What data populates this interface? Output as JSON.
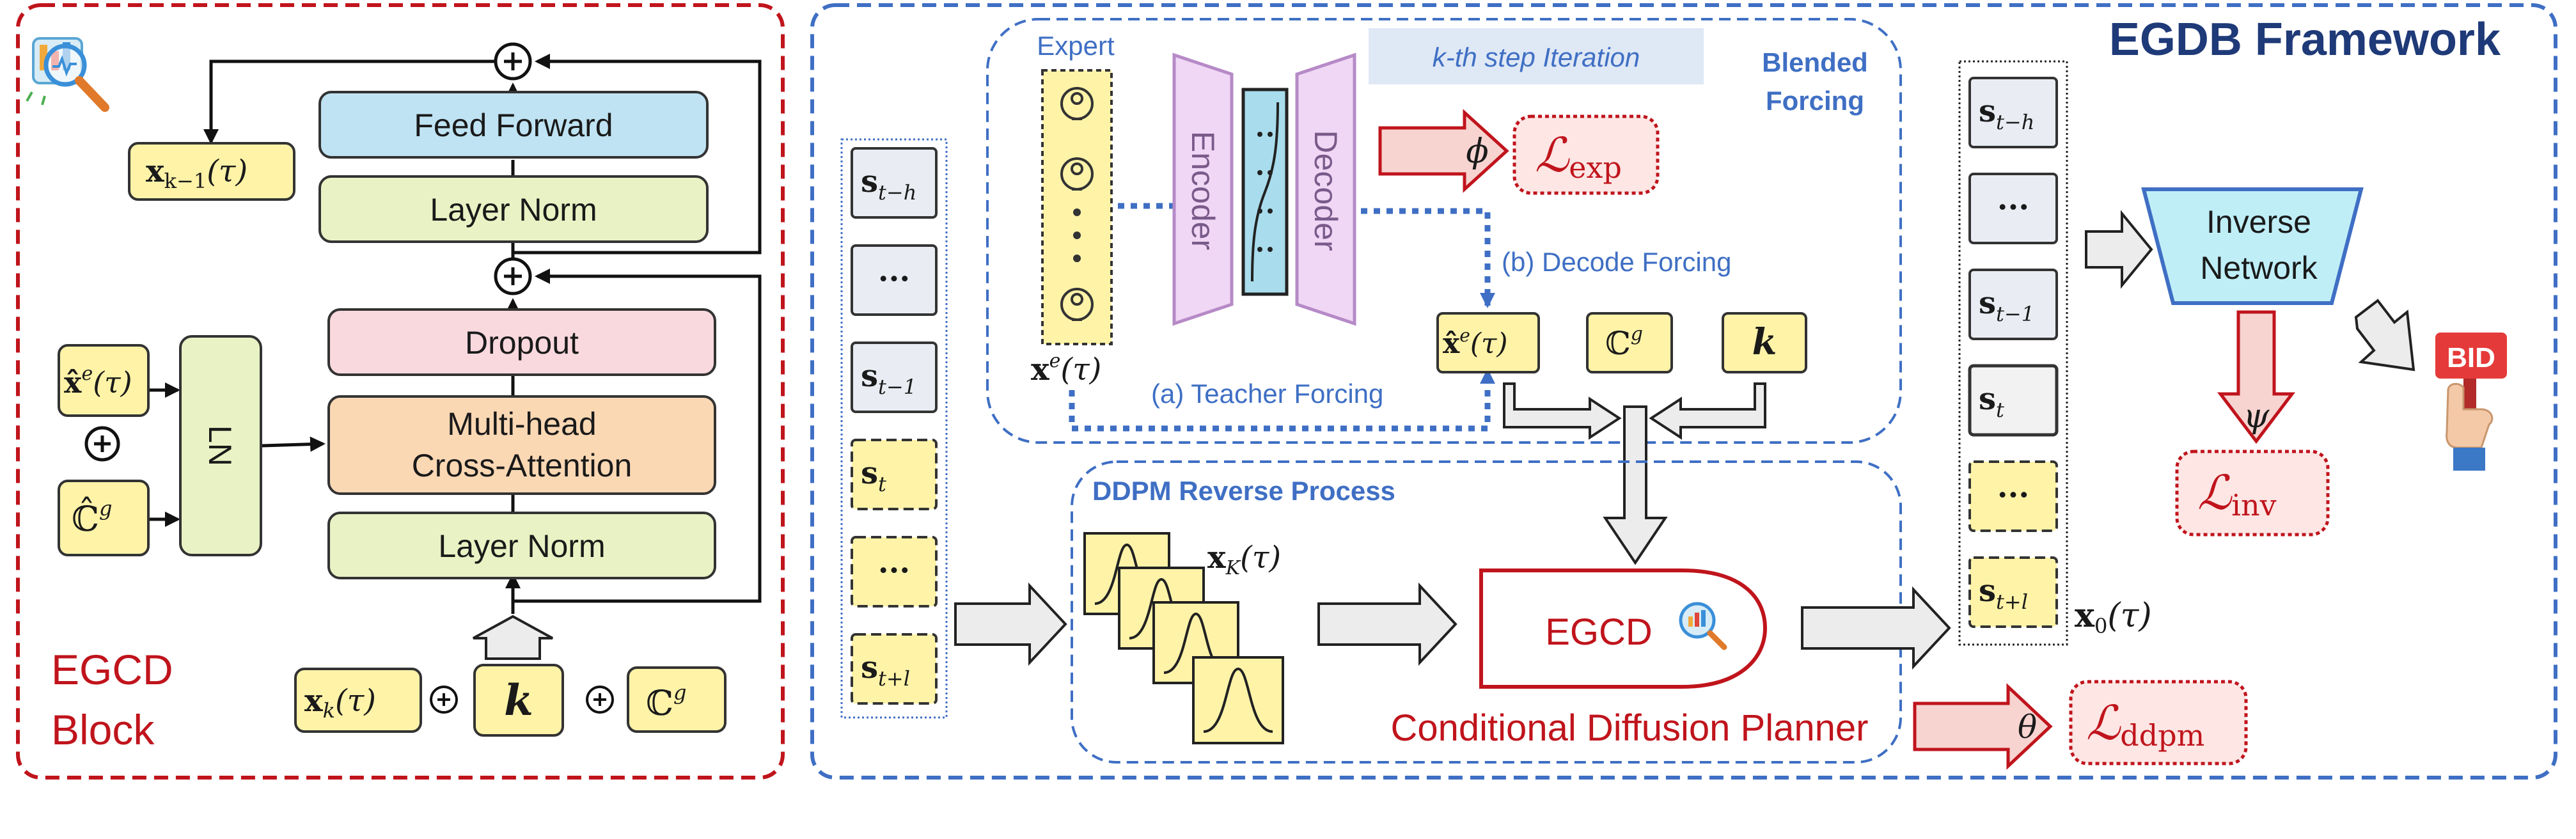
{
  "left_panel": {
    "title_line1": "EGCD",
    "title_line2": "Block",
    "blocks": {
      "feed_forward": "Feed Forward",
      "layer_norm_top": "Layer Norm",
      "dropout": "Dropout",
      "mha_line1": "Multi-head",
      "mha_line2": "Cross-Attention",
      "layer_norm_bottom": "Layer Norm",
      "ln": "LN"
    },
    "vars": {
      "xk_minus_1": "x",
      "xk_minus_1_sub": "k−1",
      "xk_minus_1_arg": "(τ)",
      "xe_hat": "x̂",
      "xe_hat_sup": "e",
      "xe_hat_arg": "(τ)",
      "c_hat": "ℂ̂",
      "c_hat_sup": "g",
      "xk": "x",
      "xk_sub": "k",
      "xk_arg": "(τ)",
      "k": "k",
      "c": "ℂ",
      "c_sup": "g"
    }
  },
  "right_panel": {
    "title": "EGDB Framework",
    "top_section": {
      "expert": "Expert",
      "kth_line": "k-th step Iteration",
      "blended_line1": "Blended",
      "blended_line2": "Forcing",
      "encoder": "Encoder",
      "decoder": "Decoder",
      "phi": "ϕ",
      "loss_exp": "exp",
      "decode_forcing": "(b) Decode Forcing",
      "teacher_forcing": "(a) Teacher Forcing",
      "xe_label": "x",
      "xe_sup": "e",
      "xe_arg": "(τ)",
      "xhat_e": "x̂",
      "c_g": "ℂ",
      "c_g_sup": "g",
      "k": "k"
    },
    "states_left": [
      {
        "base": "s",
        "sub": "t−h",
        "style": "solid"
      },
      {
        "base": "···",
        "sub": "",
        "style": "solid"
      },
      {
        "base": "s",
        "sub": "t−1",
        "style": "solid"
      },
      {
        "base": "s",
        "sub": "t",
        "style": "dashed"
      },
      {
        "base": "···",
        "sub": "",
        "style": "dashed"
      },
      {
        "base": "s",
        "sub": "t+l",
        "style": "dashed"
      }
    ],
    "ddpm": {
      "title": "DDPM Reverse Process",
      "xK": "x",
      "xK_sub": "K",
      "xK_arg": "(τ)",
      "egcd": "EGCD",
      "planner": "Conditional Diffusion Planner"
    },
    "states_right": [
      {
        "base": "s",
        "sub": "t−h",
        "style": "solid"
      },
      {
        "base": "···",
        "sub": "",
        "style": "solid"
      },
      {
        "base": "s",
        "sub": "t−1",
        "style": "solid"
      },
      {
        "base": "s",
        "sub": "t",
        "style": "solid-bold"
      },
      {
        "base": "···",
        "sub": "",
        "style": "dashed"
      },
      {
        "base": "s",
        "sub": "t+l",
        "style": "dashed"
      }
    ],
    "x0": "x",
    "x0_sub": "0",
    "x0_arg": "(τ)",
    "theta": "θ",
    "loss_ddpm": "ddpm",
    "inverse_line1": "Inverse",
    "inverse_line2": "Network",
    "psi": "ψ",
    "loss_inv": "inv",
    "bid": "BID",
    "loss_symbol": "ℒ"
  },
  "colors": {
    "red_border": "#c0141c",
    "blue_border": "#3f6fc4",
    "navy_title": "#1f3a78",
    "yellow_fill": "#fff3a8",
    "blue_fill": "#bfe3f2",
    "green_fill": "#e9f2c4",
    "pink_fill": "#f9d9de",
    "orange_fill": "#fbd8b4",
    "loss_fill": "#fde6e4",
    "arrow_red": "#f7d4d0"
  }
}
